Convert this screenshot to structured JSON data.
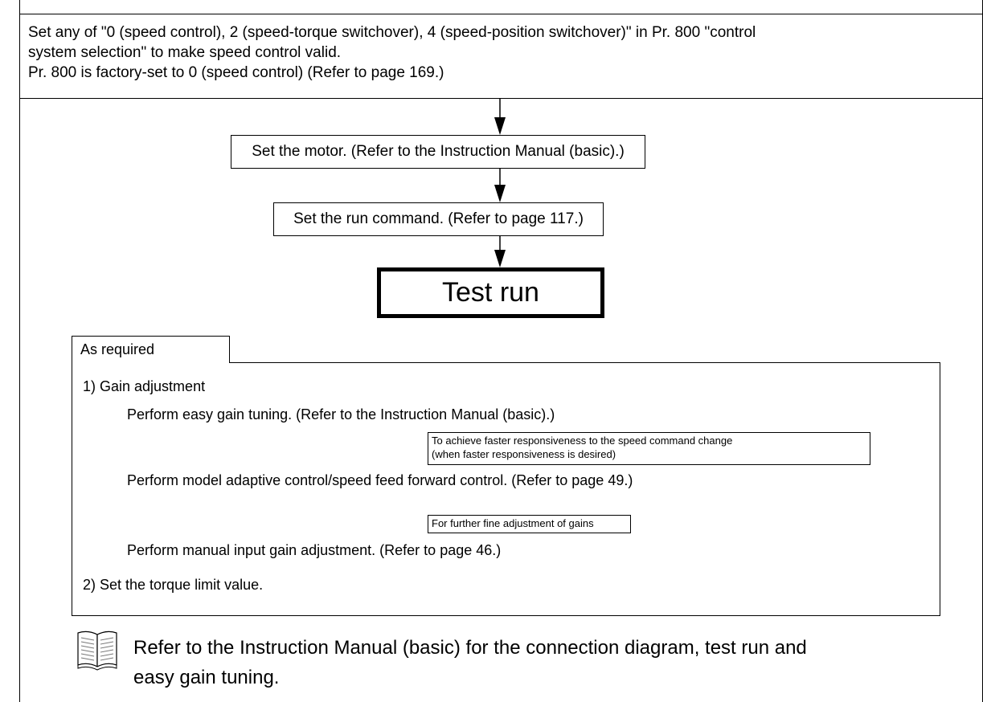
{
  "top_box": {
    "line1": "Set any of \"0 (speed control), 2 (speed-torque switchover), 4 (speed-position switchover)\" in Pr. 800 \"control",
    "line2": "system selection\" to make speed control valid.",
    "line3": "Pr. 800 is factory-set to 0 (speed control) (Refer to page 169.)"
  },
  "steps": {
    "motor": "Set the motor. (Refer to the Instruction Manual (basic).)",
    "run_command": "Set the run command. (Refer to page 117.)",
    "test_run": "Test run"
  },
  "as_required": {
    "tab_label": "As required",
    "gain_heading": "1) Gain adjustment",
    "easy_gain": "Perform easy gain tuning. (Refer to the Instruction Manual (basic).)",
    "note1_line1": "To achieve faster responsiveness to the speed command change",
    "note1_line2": "(when faster responsiveness is desired)",
    "model_adaptive": "Perform model adaptive control/speed feed forward control. (Refer to page 49.)",
    "note2": "For further fine adjustment of gains",
    "manual_gain": "Perform manual input gain adjustment. (Refer to page 46.)",
    "torque_limit": "2) Set the torque limit value."
  },
  "reference": {
    "icon": "open-book-icon",
    "line1": "Refer to the Instruction Manual (basic) for the connection diagram, test run and",
    "line2": "easy gain tuning."
  }
}
